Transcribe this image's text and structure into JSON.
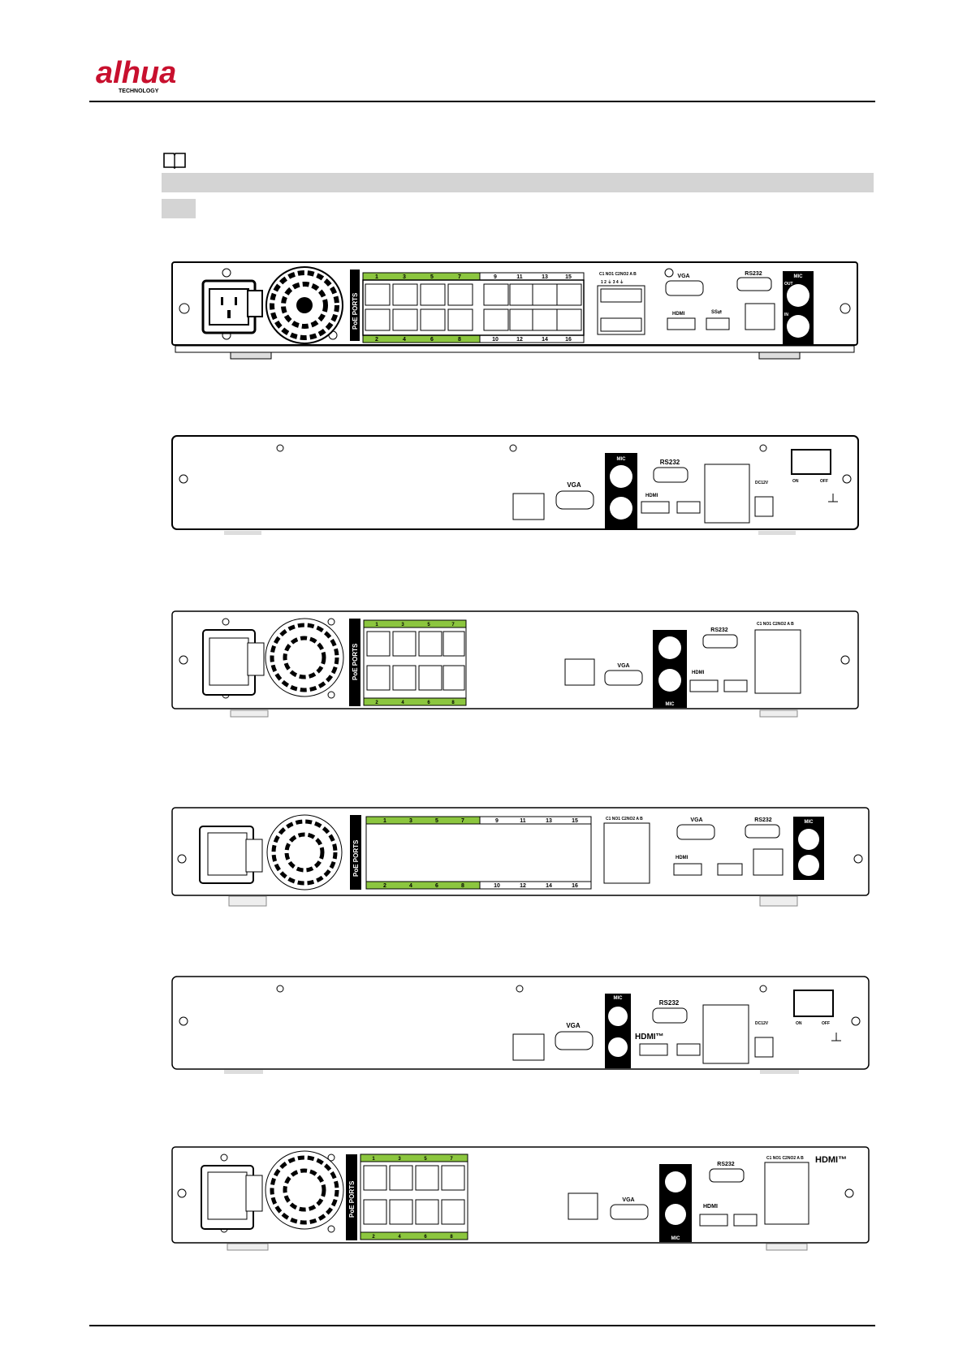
{
  "brand": {
    "logo_text": "alhua",
    "logo_subtext": "TECHNOLOGY",
    "logo_color": "#c8102e"
  },
  "colors": {
    "poe_green": "#8cc63f",
    "note_bar": "#d4d4d4"
  },
  "labels": {
    "poe_ports": "PoE PORTS",
    "vga": "VGA",
    "rs232": "RS232",
    "mic": "MIC",
    "out": "OUT",
    "in": "IN",
    "hdmi": "HDMI",
    "hdmi_tm": "HDMI™",
    "dc12v": "DC12V",
    "on": "ON",
    "off": "OFF",
    "alarm_header": "C1 NO1 C2NO2  A   B",
    "alarm_numbers": "1  2  ⏚  3  4  ⏚",
    "usb3": "SS⇄"
  },
  "port_numbers": {
    "top16": [
      "1",
      "3",
      "5",
      "7",
      "9",
      "11",
      "13",
      "15"
    ],
    "bottom16": [
      "2",
      "4",
      "6",
      "8",
      "10",
      "12",
      "14",
      "16"
    ],
    "top8": [
      "1",
      "3",
      "5",
      "7"
    ],
    "bottom8": [
      "2",
      "4",
      "6",
      "8"
    ]
  },
  "icons": [
    "book-icon",
    "power-socket-icon",
    "fan-grille-icon",
    "ethernet-port-icon",
    "usb-icon",
    "ground-icon"
  ]
}
